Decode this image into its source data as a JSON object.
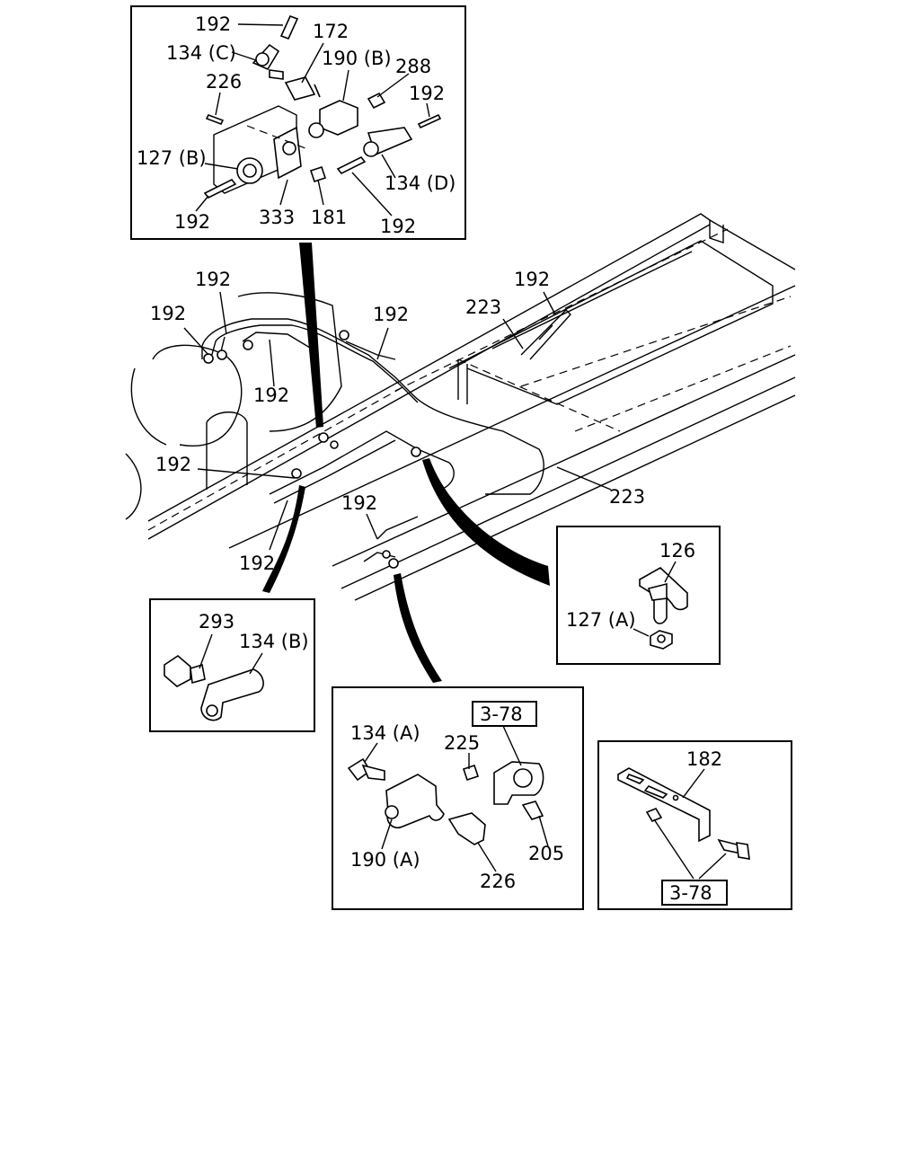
{
  "top_inset": {
    "labels": [
      "192",
      "134 (C)",
      "172",
      "190 (B)",
      "288",
      "226",
      "192",
      "127 (B)",
      "134 (D)",
      "192",
      "333",
      "181",
      "192"
    ]
  },
  "main": {
    "labels": [
      "192",
      "192",
      "192",
      "192",
      "223",
      "192",
      "192",
      "223",
      "192",
      "192"
    ]
  },
  "left_inset": {
    "labels": [
      "293",
      "134 (B)"
    ]
  },
  "right_inset": {
    "labels": [
      "126",
      "127 (A)"
    ]
  },
  "bottom_inset": {
    "ref": "3-78",
    "labels": [
      "134 (A)",
      "225",
      "205",
      "190 (A)",
      "226"
    ]
  },
  "bracket_inset": {
    "label": "182",
    "ref": "3-78"
  }
}
